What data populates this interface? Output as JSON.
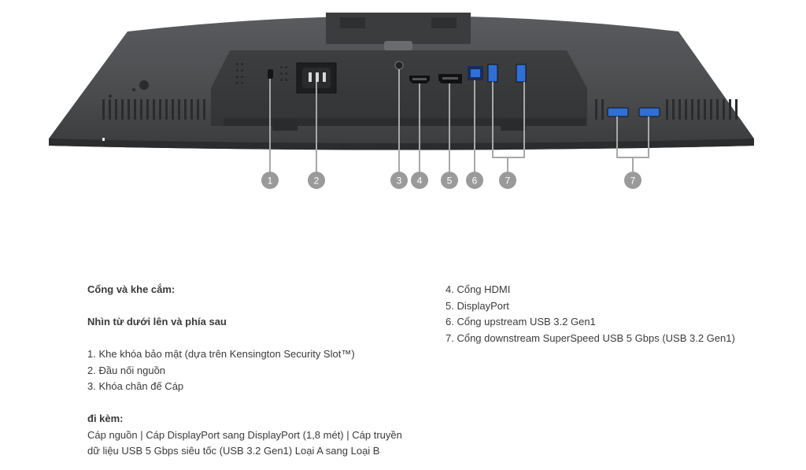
{
  "figure": {
    "callouts": [
      "1",
      "2",
      "3",
      "4",
      "5",
      "6",
      "7",
      "7"
    ]
  },
  "left_column": {
    "heading": "Cổng và khe cắm:",
    "subheading": "Nhìn từ dưới lên và phía sau",
    "items": [
      "1. Khe khóa bảo mật (dựa trên Kensington Security Slot™)",
      "2. Đầu nối nguồn",
      "3. Khóa chân đế Cáp"
    ],
    "included_heading": "đi kèm:",
    "included_lines": [
      "Cáp nguồn | Cáp DisplayPort sang DisplayPort (1,8 mét) | Cáp truyền",
      "dữ liệu USB 5 Gbps siêu tốc (USB 3.2 Gen1) Loại A sang Loại B"
    ]
  },
  "right_column": {
    "items": [
      "4. Cổng HDMI",
      "5. DisplayPort",
      "6. Cổng upstream USB 3.2 Gen1",
      "7. Cổng downstream SuperSpeed USB 5 Gbps (USB 3.2 Gen1)"
    ]
  },
  "colors": {
    "monitor_body": "#4a4b4d",
    "monitor_dark": "#2e2f31",
    "usb_blue": "#2f6fd6",
    "callout_circle": "#9a9a9a",
    "leader_line": "#a8a8a8"
  }
}
